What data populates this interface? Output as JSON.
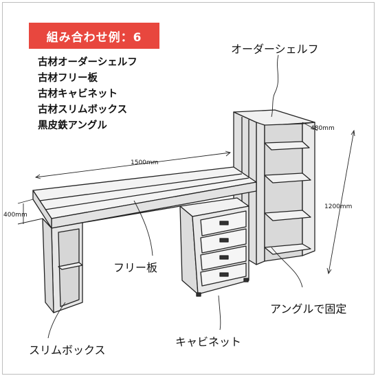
{
  "badge": {
    "title": "組み合わせ例：6"
  },
  "parts": [
    "古材オーダーシェルフ",
    "古材フリー板",
    "古材キャビネット",
    "古材スリムボックス",
    "黒皮鉄アングル"
  ],
  "labels": {
    "order_shelf": "オーダーシェルフ",
    "free_board": "フリー板",
    "angle_fixed": "アングルで固定",
    "cabinet": "キャビネット",
    "slim_box": "スリムボックス"
  },
  "dimensions": {
    "desk_width": "1500mm",
    "desk_depth": "400mm",
    "shelf_width": "480mm",
    "shelf_height": "1200mm"
  }
}
